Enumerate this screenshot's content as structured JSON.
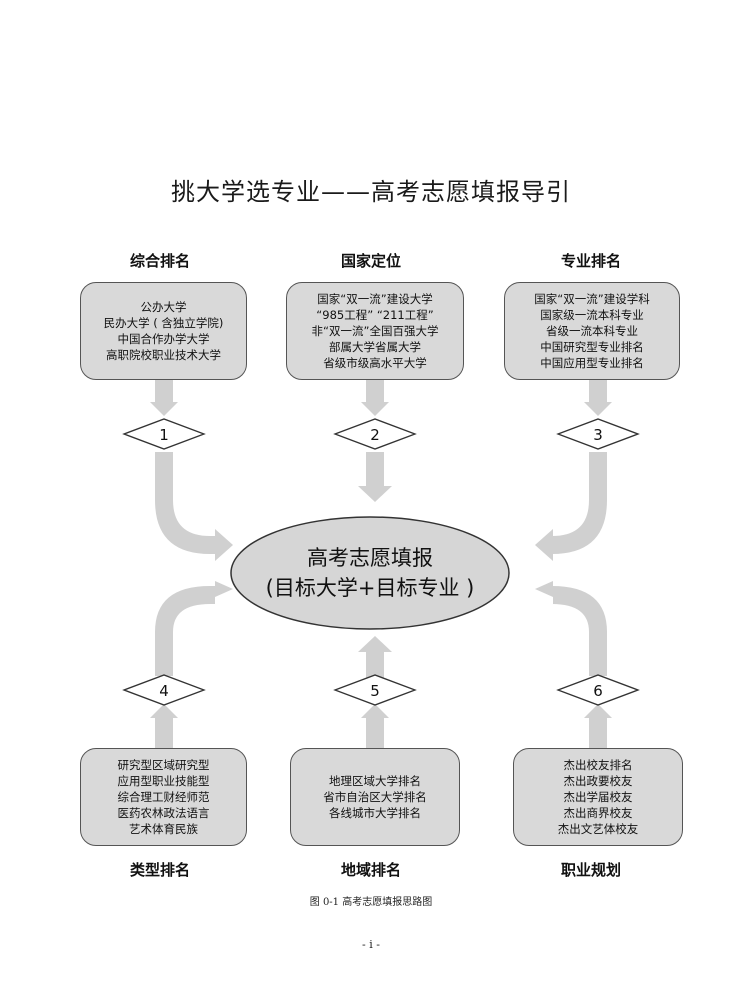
{
  "title": "挑大学选专业——高考志愿填报导引",
  "center": {
    "line1": "高考志愿填报",
    "line2": "(目标大学+目标专业 )"
  },
  "categories": [
    {
      "label": "综合排名",
      "number": "1",
      "items": [
        "公办大学",
        "民办大学 ( 含独立学院)",
        "中国合作办学大学",
        "高职院校职业技术大学"
      ]
    },
    {
      "label": "国家定位",
      "number": "2",
      "items": [
        "国家“双一流”建设大学",
        "“985工程” “211工程”",
        "非“双一流”全国百强大学",
        "部属大学省属大学",
        "省级市级高水平大学"
      ]
    },
    {
      "label": "专业排名",
      "number": "3",
      "items": [
        "国家“双一流”建设学科",
        "国家级一流本科专业",
        "省级一流本科专业",
        "中国研究型专业排名",
        "中国应用型专业排名"
      ]
    },
    {
      "label": "类型排名",
      "number": "4",
      "items": [
        "研究型区域研究型",
        "应用型职业技能型",
        "综合理工财经师范",
        "医药农林政法语言",
        "艺术体育民族"
      ]
    },
    {
      "label": "地域排名",
      "number": "5",
      "items": [
        "地理区域大学排名",
        "省市自治区大学排名",
        "各线城市大学排名"
      ]
    },
    {
      "label": "职业规划",
      "number": "6",
      "items": [
        "杰出校友排名",
        "杰出政要校友",
        "杰出学届校友",
        "杰出商界校友",
        "杰出文艺体校友"
      ]
    }
  ],
  "caption": "图 0-1    高考志愿填报思路图",
  "page_number": "- i -"
}
